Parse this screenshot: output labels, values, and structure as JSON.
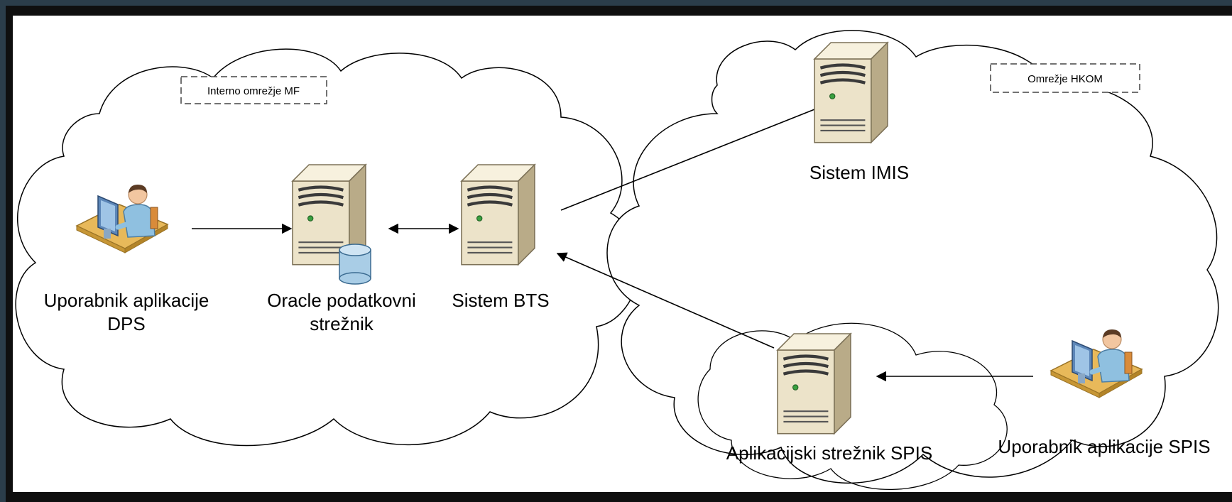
{
  "networks": {
    "internal": {
      "label": "Interno omrežje MF"
    },
    "external": {
      "label": "Omrežje HKOM"
    }
  },
  "nodes": {
    "dps_user": {
      "label_line1": "Uporabnik aplikacije",
      "label_line2": "DPS",
      "icon": "user-workstation-icon"
    },
    "oracle": {
      "label_line1": "Oracle podatkovni",
      "label_line2": "strežnik",
      "icon": "database-server-icon"
    },
    "bts": {
      "label": "Sistem BTS",
      "icon": "server-icon"
    },
    "imis": {
      "label": "Sistem IMIS",
      "icon": "server-icon"
    },
    "spis_server": {
      "label": "Aplikacijski strežnik SPIS",
      "icon": "server-icon"
    },
    "spis_user": {
      "label": "Uporabnik aplikacije SPIS",
      "icon": "user-workstation-icon"
    }
  },
  "colors": {
    "frame_outer": "#2b3d4a",
    "frame_inner": "#0f0f0f",
    "canvas": "#ffffff",
    "server_face": "#ece3c9",
    "server_side": "#b9ab88",
    "server_top": "#f7f1de",
    "desk": "#e8b95a",
    "person_shirt": "#8fc0e0",
    "person_skin": "#f2c6a0",
    "cylinder": "#a9cde6"
  }
}
